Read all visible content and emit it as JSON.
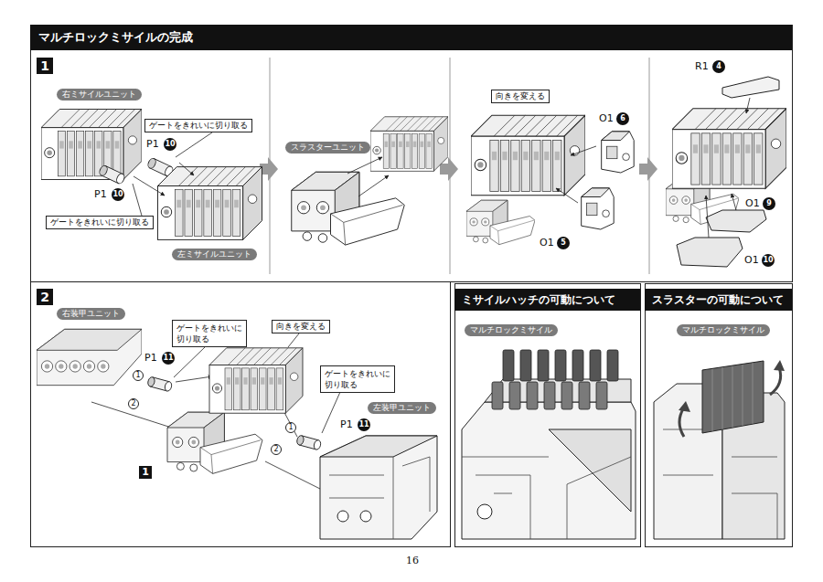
{
  "diagram": {
    "title": "マルチロックミサイルの完成",
    "nodes": [
      {
        "text": [
          "1"
        ]
      },
      {
        "text": [
          "右ミサイルユニット"
        ]
      },
      {
        "text": [
          "ゲートをきれいに切り取る"
        ]
      },
      {
        "text": [
          "ゲートをきれいに切り取る"
        ]
      },
      {
        "text": [
          "左ミサイルユニット"
        ]
      },
      {
        "text": [
          "スラスターユニット"
        ]
      },
      {
        "text": [
          "向きを変える"
        ]
      },
      {
        "text": [
          "2"
        ]
      },
      {
        "text": [
          "右装甲ユニット"
        ]
      },
      {
        "text": [
          "ゲートをきれいに 切り取る"
        ]
      },
      {
        "text": [
          "向きを変える"
        ]
      },
      {
        "text": [
          "ゲートをきれいに 切り取る"
        ]
      },
      {
        "text": [
          "1"
        ]
      },
      {
        "text": [
          "左装甲ユニット"
        ]
      },
      {
        "text": [
          "ミサイルハッチの可動について"
        ]
      },
      {
        "text": [
          "マルチロックミサイル"
        ]
      },
      {
        "text": [
          "スラスターの可動について"
        ]
      },
      {
        "text": [
          "マルチロックミサイル"
        ]
      }
    ],
    "labels": [
      "P1",
      "10",
      "P1",
      "10",
      "O1",
      "6",
      "O1",
      "5",
      "R1",
      "4",
      "O1",
      "9",
      "O1",
      "10",
      "P1",
      "11",
      "P1",
      "11",
      "1",
      "1",
      "2",
      "2",
      "16"
    ]
  }
}
